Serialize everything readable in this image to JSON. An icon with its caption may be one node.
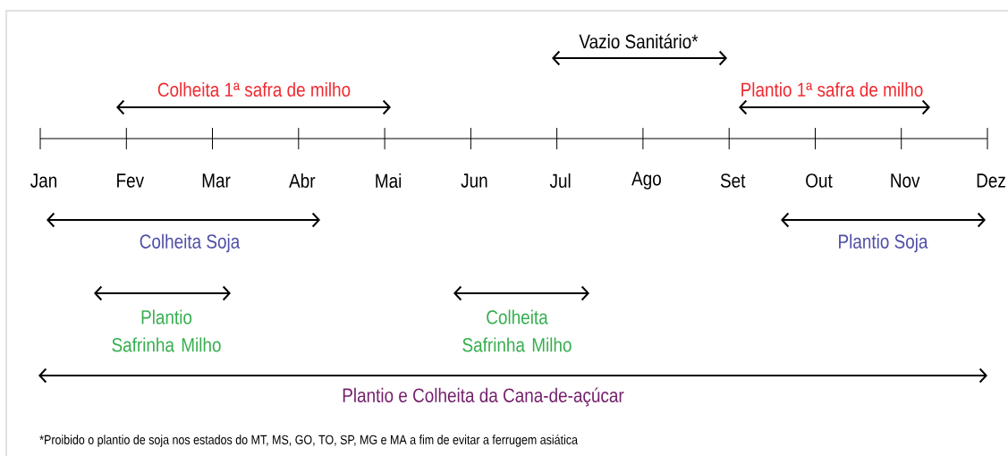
{
  "diagram": {
    "labels": [
      "Vazio Sanitário*",
      "Colheita 1ª safra de milho",
      "Plantio 1ª safra de milho",
      "Jan",
      "Fev",
      "Mar",
      "Abr",
      "Mai",
      "Jun",
      "Jul",
      "Ago",
      "Set",
      "Out",
      "Nov",
      "Dez",
      "Colheita Soja",
      "Plantio Soja",
      "Plantio Safrinha Milho",
      "Colheita Safrinha Milho",
      "Plantio e Colheita da Cana-de-açúcar",
      "*Proibido o plantio de soja nos estados do MT, MS, GO, TO, SP, MG e MA a fim de evitar a ferrugem asiática"
    ]
  }
}
